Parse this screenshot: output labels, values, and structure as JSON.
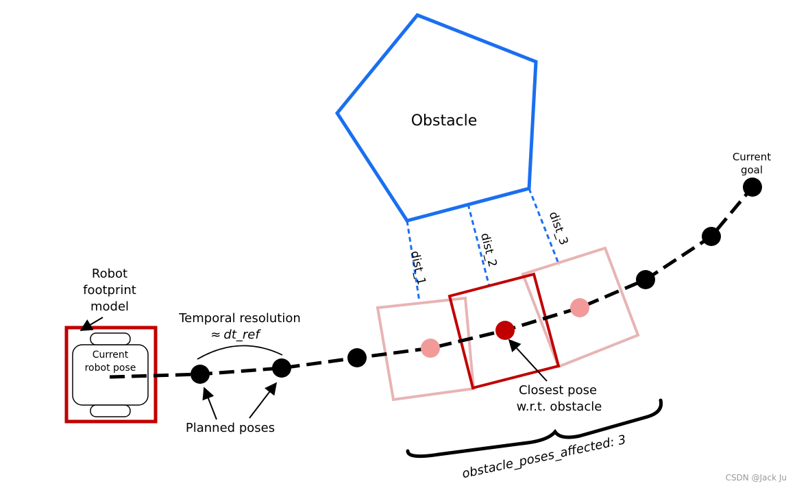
{
  "obstacle_label": "Obstacle",
  "current_goal": [
    "Current",
    "goal"
  ],
  "robot_footprint_model": [
    "Robot",
    "footprint",
    "model"
  ],
  "current_robot_pose": [
    "Current",
    "robot pose"
  ],
  "temporal_resolution": "Temporal resolution",
  "approx_symbol": "≈",
  "dt_ref": "dt_ref",
  "planned_poses": "Planned poses",
  "closest_pose": [
    "Closest pose",
    "w.r.t. obstacle"
  ],
  "obstacle_poses_affected": "obstacle_poses_affected: 3",
  "distances": [
    "dist_1",
    "dist_2",
    "dist_3"
  ],
  "watermark": "CSDN @Jack Ju",
  "colors": {
    "obstacle": "#1a6ff0",
    "robot_footprint": "#c00000",
    "pose_boxes_light": "#e8b4b4",
    "pose_light": "#f29a9a",
    "closest_pose": "#c00000",
    "path": "#000000"
  }
}
